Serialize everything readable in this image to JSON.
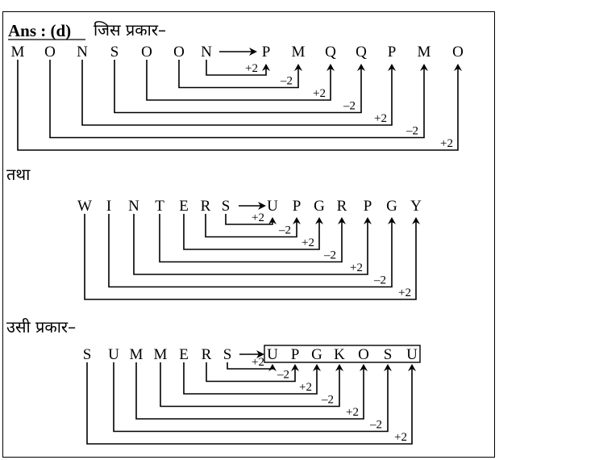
{
  "header": {
    "answer_label": "Ans : (d)",
    "intro_word": "जिस प्रकार–"
  },
  "section_labels": {
    "second": "तथा",
    "third": "उसी प्रकार–"
  },
  "examples": [
    {
      "source": [
        "M",
        "O",
        "N",
        "S",
        "O",
        "O",
        "N"
      ],
      "coded": [
        "P",
        "M",
        "Q",
        "Q",
        "P",
        "M",
        "O"
      ],
      "ops": [
        "+2",
        "–2",
        "+2",
        "–2",
        "+2",
        "–2",
        "+2"
      ],
      "boxed": false
    },
    {
      "source": [
        "W",
        "I",
        "N",
        "T",
        "E",
        "R",
        "S"
      ],
      "coded": [
        "U",
        "P",
        "G",
        "R",
        "P",
        "G",
        "Y"
      ],
      "ops": [
        "+2",
        "–2",
        "+2",
        "–2",
        "+2",
        "–2",
        "+2"
      ],
      "boxed": false
    },
    {
      "source": [
        "S",
        "U",
        "M",
        "M",
        "E",
        "R",
        "S"
      ],
      "coded": [
        "U",
        "P",
        "G",
        "K",
        "O",
        "S",
        "U"
      ],
      "ops": [
        "+2",
        "–2",
        "+2",
        "–2",
        "+2",
        "–2",
        "+2"
      ],
      "boxed": true
    }
  ]
}
